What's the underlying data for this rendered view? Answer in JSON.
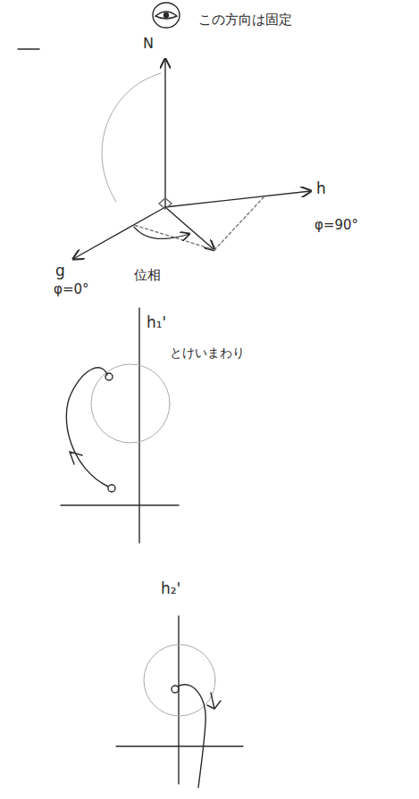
{
  "diagram": {
    "labels": [
      "N",
      "この方向は固定",
      "h",
      "φ=90°",
      "g",
      "φ=0°",
      "位相",
      "h₁'",
      "とけいまわり",
      "h₂'"
    ]
  }
}
